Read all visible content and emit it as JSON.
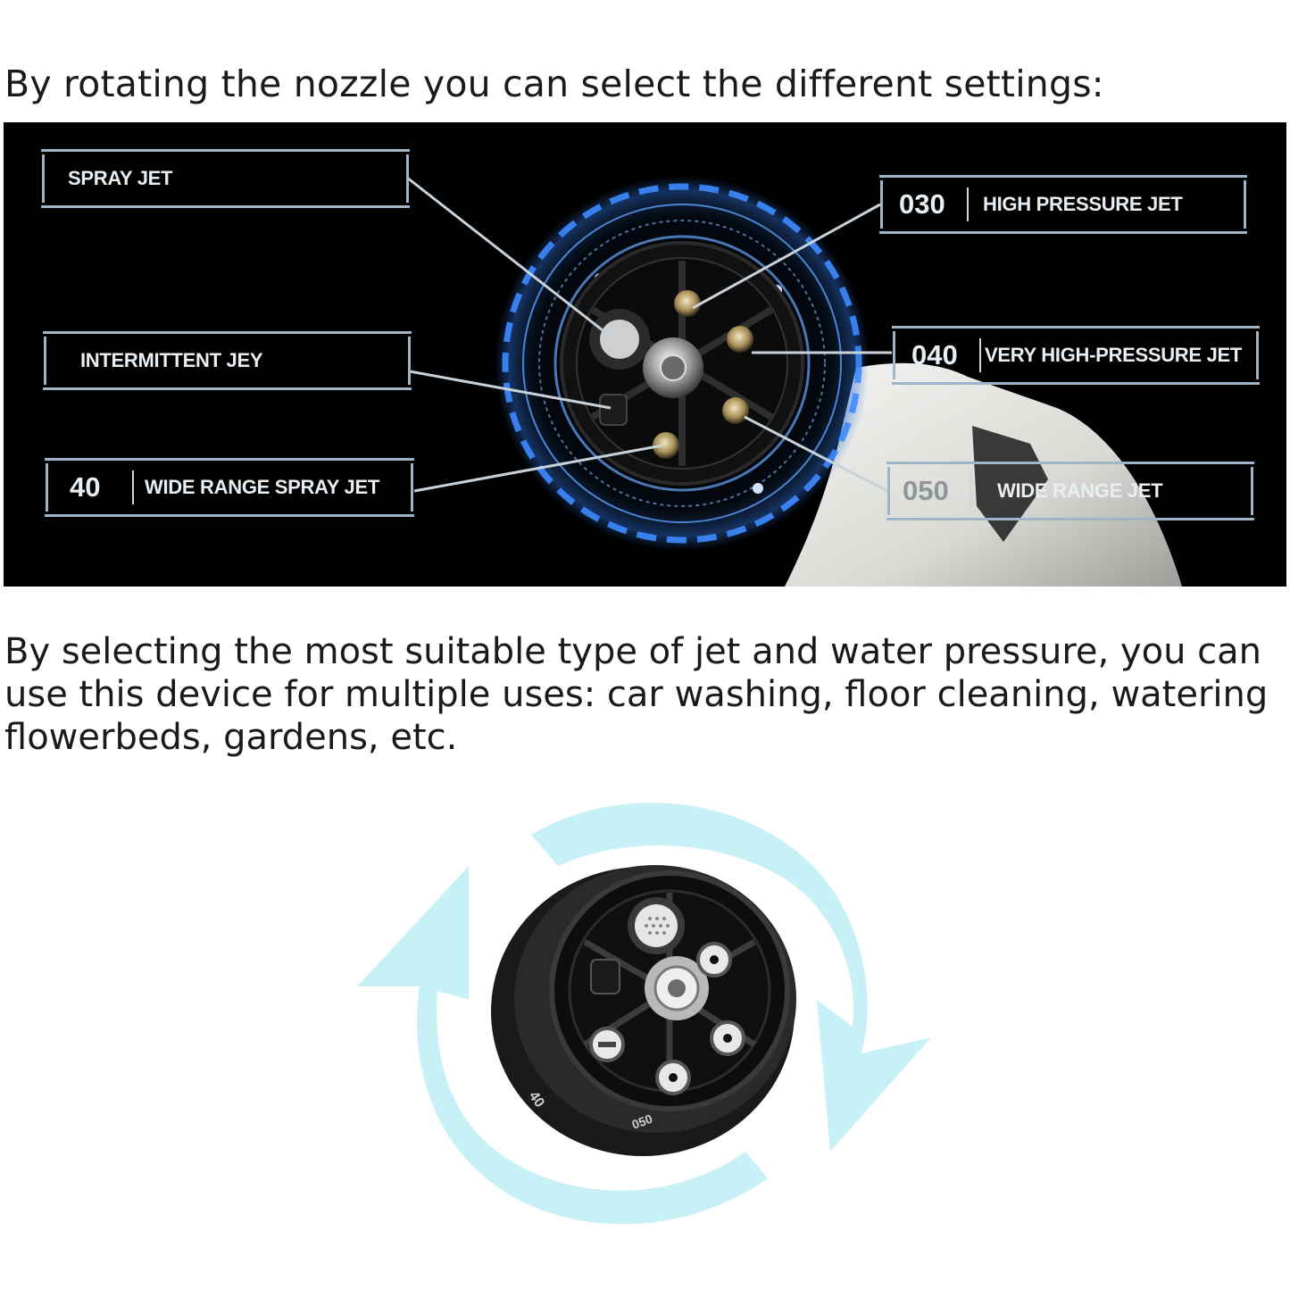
{
  "heading": "By rotating the nozzle you can select the different settings:",
  "labels": {
    "spray_jet": "SPRAY JET",
    "intermittent": "INTERMITTENT JEY",
    "wide_spray": {
      "code": "40",
      "text": "WIDE RANGE SPRAY JET"
    },
    "high_pressure": {
      "code": "030",
      "text": "HIGH PRESSURE JET"
    },
    "very_high_pressure": {
      "code": "040",
      "text": "VERY HIGH-PRESSURE JET"
    },
    "wide_range": {
      "code": "050",
      "text": "WIDE RANGE JET"
    }
  },
  "paragraph": {
    "line1": "By selecting the most suitable type of jet and water pressure, you can",
    "line2": "use this device for multiple uses: car washing, floor cleaning, watering",
    "line3": "flowerbeds, gardens, etc."
  },
  "nozzle_markings": {
    "dial_40": "40",
    "dial_050": "050"
  },
  "colors": {
    "panel_background": "#000000",
    "frame_lines": "#9fb4c6",
    "glow_ring": "#3d8bff",
    "rotate_arrows": "#c8f0f7"
  }
}
